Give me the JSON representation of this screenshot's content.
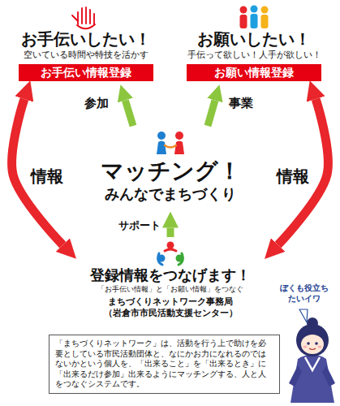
{
  "diagram": {
    "nodes": [
      {
        "text": [
          "お手伝いしたい！",
          "空いている時間や特技を活かす"
        ]
      },
      {
        "text": [
          "お手伝い情報登録"
        ],
        "in": 0
      },
      {
        "text": [
          "お願いしたい！",
          "手伝って欲しい！人手が欲しい！"
        ]
      },
      {
        "text": [
          "お願い情報登録"
        ],
        "in": 2
      },
      {
        "text": [
          "マッチング！",
          "みんなでまちづくり"
        ]
      },
      {
        "text": [
          "登録情報をつなげます！",
          "「お手伝い情報」と「お願い情報」をつなぐ",
          "まちづくりネットワーク事務局",
          "（岩倉市市民活動支援センター）"
        ]
      },
      {
        "text": [
          "ぼくも役立ちたいイワ"
        ]
      },
      {
        "text": [
          "「まちづくりネットワーク」は、活動を行う上で助けを必要としている市民活動団体と、なにかお力になれるのではないかという個人を、「出来ること」を「出来るとき」に「出来るだけ参加」出来るようにマッチングする、人と人をつなぐシステムです。"
        ]
      }
    ],
    "edges": [
      {
        "from": 4,
        "to": 0,
        "arrow": "to",
        "label": "参加"
      },
      {
        "from": 4,
        "to": 2,
        "arrow": "to",
        "label": "事業"
      },
      {
        "from": 5,
        "to": 4,
        "arrow": "to",
        "label": "サポート"
      },
      {
        "from": 1,
        "to": 5,
        "arrow": "both",
        "label": "情報"
      },
      {
        "from": 3,
        "to": 5,
        "arrow": "both",
        "label": "情報"
      }
    ]
  }
}
